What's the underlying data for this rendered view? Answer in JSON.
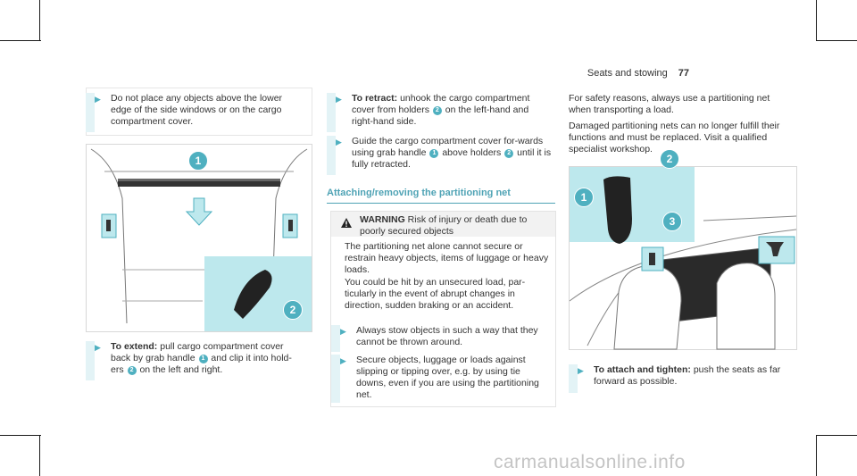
{
  "header": {
    "section": "Seats and stowing",
    "page": "77"
  },
  "col1": {
    "tip": "Do not place any objects above the lower edge of the side windows or on the cargo compartment cover.",
    "step1": {
      "label": "To extend:",
      "text1": "pull cargo compartment cover back by grab handle",
      "text2": "and clip it into hold-ers",
      "text3": "on the left and right."
    },
    "callouts": [
      "1",
      "2"
    ]
  },
  "col2": {
    "step1": {
      "label": "To retract:",
      "text1": "unhook the cargo compartment cover from holders",
      "text2": "on the left-hand and right-hand side."
    },
    "step2": {
      "text1": "Guide the cargo compartment cover for-wards using grab handle",
      "text2": "above holders",
      "text3": "until it is fully retracted."
    },
    "section_title": "Attaching/removing the partitioning net",
    "warning": {
      "icon": "warning-triangle-icon",
      "label": "WARNING",
      "headline": "Risk of injury or death due to poorly secured objects",
      "para1": "The partitioning net alone cannot secure or restrain heavy objects, items of luggage or heavy loads.",
      "para2": "You could be hit by an unsecured load, par-ticularly in the event of abrupt changes in direction, sudden braking or an accident.",
      "bullet1": "Always stow objects in such a way that they cannot be thrown around.",
      "bullet2": "Secure objects, luggage or loads against slipping or tipping over, e.g. by using tie downs, even if you are using the partitioning net."
    }
  },
  "col3": {
    "para1": "For safety reasons, always use a partitioning net when transporting a load.",
    "para2": "Damaged partitioning nets can no longer fulfill their functions and must be replaced. Visit a qualified specialist workshop.",
    "callouts": [
      "1",
      "2",
      "3"
    ],
    "step1": {
      "label": "To attach and tighten:",
      "text": "push the seats as far forward as possible."
    }
  },
  "watermark": "carmanualsonline.info",
  "colors": {
    "accent": "#4fb0c0",
    "figure_bg": "#bde8ed"
  }
}
